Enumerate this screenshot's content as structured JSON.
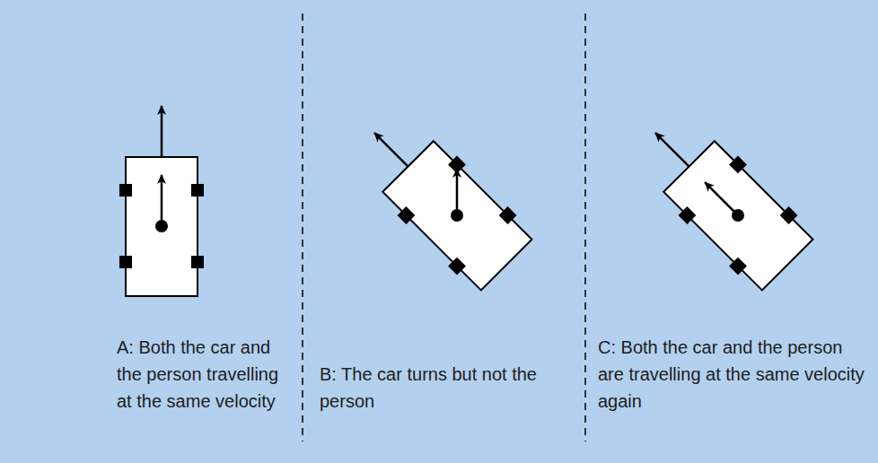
{
  "diagram": {
    "labels": [
      "A: Both the car and the person travelling at the same velocity",
      "B: The car turns but not the person",
      "C: Both the car and the person are travelling at the same velocity again"
    ]
  }
}
